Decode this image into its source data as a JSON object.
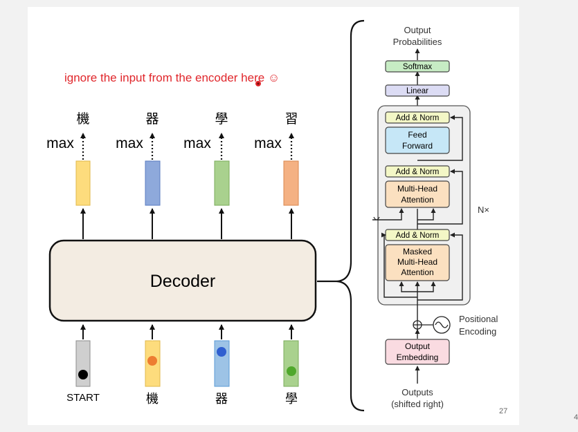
{
  "note": "ignore the input from the encoder here ☺",
  "page_number": "27",
  "edge_mark": "4",
  "decoder": {
    "label": "Decoder",
    "outputs": [
      {
        "char": "機",
        "op": "max",
        "color": "#fddc7d",
        "stroke": "#e0b74a"
      },
      {
        "char": "器",
        "op": "max",
        "color": "#8ea9db",
        "stroke": "#5b7cc0"
      },
      {
        "char": "學",
        "op": "max",
        "color": "#a9d18e",
        "stroke": "#7aab5b"
      },
      {
        "char": "習",
        "op": "max",
        "color": "#f4b183",
        "stroke": "#d9874f"
      }
    ],
    "inputs": [
      {
        "label": "START",
        "color": "#cfcfcf",
        "stroke": "#8c8c8c",
        "dot": "#000000"
      },
      {
        "label": "機",
        "color": "#fddc7d",
        "stroke": "#e0b74a",
        "dot": "#ed7d31"
      },
      {
        "label": "器",
        "color": "#9dc3e6",
        "stroke": "#5b9bd5",
        "dot": "#2f5fd0"
      },
      {
        "label": "學",
        "color": "#a9d18e",
        "stroke": "#7aab5b",
        "dot": "#4fa82c"
      }
    ]
  },
  "transformer": {
    "output_title_1": "Output",
    "output_title_2": "Probabilities",
    "softmax": "Softmax",
    "linear": "Linear",
    "add_norm": "Add & Norm",
    "ff_1": "Feed",
    "ff_2": "Forward",
    "mha_1": "Multi-Head",
    "mha_2": "Attention",
    "masked_1": "Masked",
    "masked_2": "Multi-Head",
    "masked_3": "Attention",
    "nx": "N×",
    "pos_1": "Positional",
    "pos_2": "Encoding",
    "embed_1": "Output",
    "embed_2": "Embedding",
    "bottom_1": "Outputs",
    "bottom_2": "(shifted right)"
  },
  "colors": {
    "note_red": "#e0262b",
    "decoder_fill": "#f3ece2",
    "add_norm_fill": "#f3f7c6",
    "ff_fill": "#c6e7f7",
    "attn_fill": "#fbe0c0",
    "linear_fill": "#dcdcf4",
    "softmax_fill": "#c7ecc4",
    "embed_fill": "#fadbe1"
  }
}
